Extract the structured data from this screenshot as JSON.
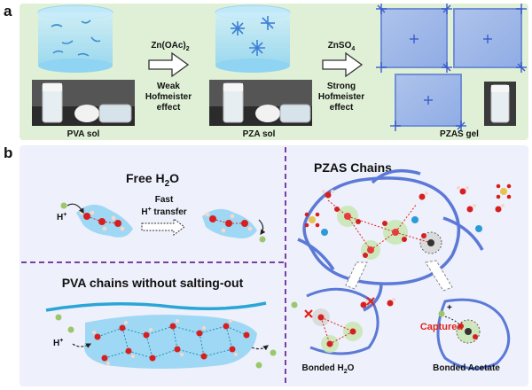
{
  "panel_a": {
    "letter": "a",
    "stage1_label": "PVA sol",
    "stage2_label": "PZA sol",
    "stage3_label": "PZAS gel",
    "arrow1": {
      "reagent": "Zn(OAc)",
      "reagent_sub": "2",
      "line1": "Weak",
      "line2": "Hofmeister",
      "line3": "effect"
    },
    "arrow2": {
      "reagent": "ZnSO",
      "reagent_sub": "4",
      "line1": "Strong",
      "line2": "Hofmeister",
      "line3": "effect"
    },
    "colors": {
      "background": "#dff0d6",
      "water": "#8fd4f2",
      "gel": "#6b8fe8"
    }
  },
  "panel_b": {
    "letter": "b",
    "free_h2o": {
      "title": "Free H",
      "title_sub": "2",
      "title_end": "O",
      "proton": "H",
      "proton_sup": "+",
      "transfer_line1": "Fast",
      "transfer_line2_sup": "+",
      "transfer_line2_pre": "H",
      "transfer_line2_post": " transfer"
    },
    "pva_chains": {
      "title": "PVA chains without salting-out",
      "proton": "H",
      "proton_sup": "+"
    },
    "pzas_chains": {
      "title": "PZAS Chains",
      "bonded_h2o": "Bonded H",
      "bonded_h2o_sub": "2",
      "bonded_h2o_end": "O",
      "bonded_acetate": "Bonded Acetate",
      "captured": "Captured",
      "plus": "+"
    },
    "colors": {
      "background": "#eef0fb",
      "divider": "#7a3fa6",
      "chain": "#5b79d6",
      "captured": "#e0241b",
      "proton": "#9bc76a"
    }
  }
}
